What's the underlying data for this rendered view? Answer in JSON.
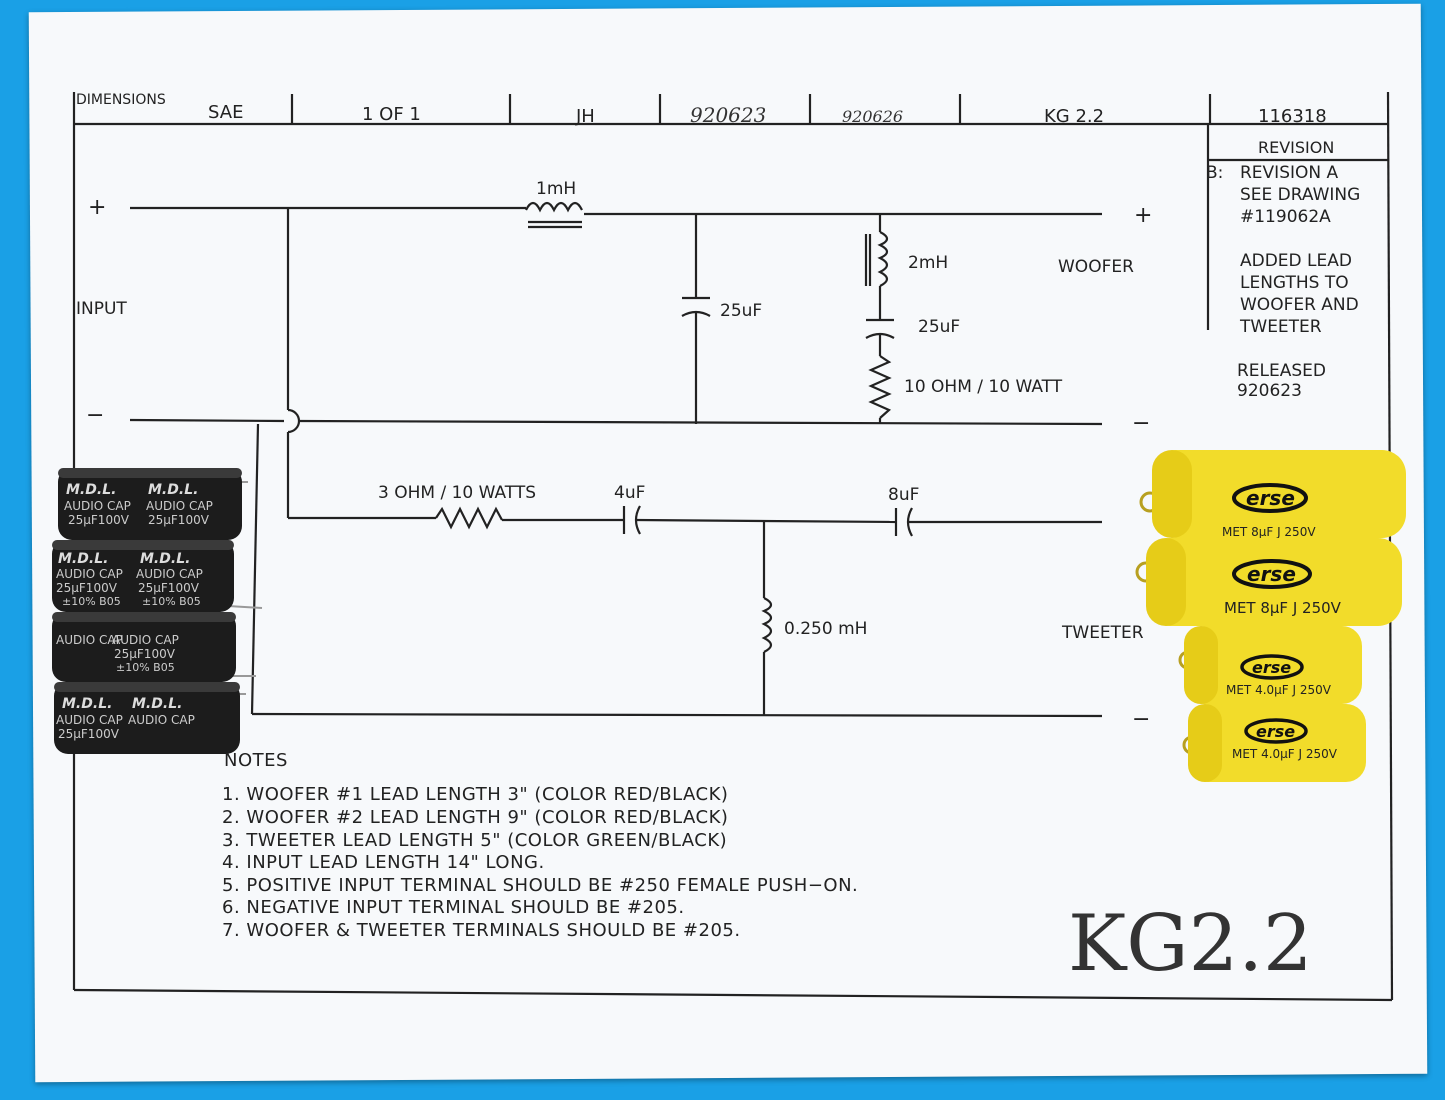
{
  "title_block": {
    "dimensions_label": "DIMENSIONS",
    "standard": "SAE",
    "sheet": "1 OF 1",
    "drawn_by": "JH",
    "drawn_date": "920623",
    "checked_date": "920626",
    "model": "KG 2.2",
    "drawing_number": "116318"
  },
  "revision": {
    "header": "REVISION",
    "letter": "B:",
    "lines": [
      "REVISION A",
      "SEE DRAWING",
      "#119062A",
      "",
      "ADDED LEAD",
      "LENGTHS TO",
      "WOOFER AND",
      "TWEETER"
    ],
    "released_label": "RELEASED",
    "released_date": "920623"
  },
  "schematic": {
    "input_label": "INPUT",
    "plus": "+",
    "minus": "−",
    "woofer_label": "WOOFER",
    "tweeter_label": "TWEETER",
    "l1": "1mH",
    "c1": "25uF",
    "l2": "2mH",
    "c2": "25uF",
    "r1": "10 OHM / 10 WATT",
    "r2": "3 OHM / 10 WATTS",
    "c3": "4uF",
    "c4": "8uF",
    "l3": "0.250 mH"
  },
  "notes": {
    "title": "NOTES",
    "items": [
      "1.  WOOFER #1 LEAD LENGTH 3\" (COLOR RED/BLACK)",
      "2.  WOOFER #2 LEAD LENGTH 9\" (COLOR RED/BLACK)",
      "3.  TWEETER LEAD LENGTH 5\" (COLOR GREEN/BLACK)",
      "4.  INPUT LEAD LENGTH 14\" LONG.",
      "5.  POSITIVE INPUT TERMINAL SHOULD BE #250 FEMALE PUSH−ON.",
      "6.  NEGATIVE INPUT TERMINAL SHOULD BE #205.",
      "7.  WOOFER & TWEETER TERMINALS SHOULD BE #205."
    ]
  },
  "handwritten_label": "KG2.2",
  "capacitors_black": {
    "brand": "M.D.L.",
    "line2": "AUDIO CAP",
    "line3": "25µF100V",
    "line4": "±10% B05"
  },
  "capacitors_yellow": {
    "brand": "erse",
    "big_label": "MET 8µF J 250V",
    "small_label": "MET 4.0µF J 250V"
  },
  "colors": {
    "background": "#1aa0e6",
    "paper": "#f7f9fb",
    "cap_black": "#1c1c1c",
    "cap_yellow": "#f2dc2a"
  }
}
